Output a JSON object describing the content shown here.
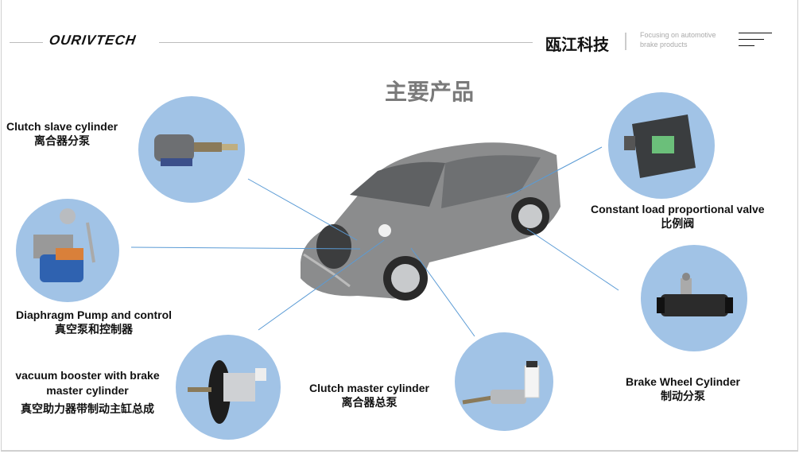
{
  "header": {
    "logo": "OURIVTECH",
    "brand_cn": "瓯江科技",
    "tagline_line1": "Focusing on automotive",
    "tagline_line2": "brake products",
    "menu_icon": "hamburger-menu-icon"
  },
  "title": "主要产品",
  "products": [
    {
      "en": "Clutch slave cylinder",
      "cn": "离合器分泵"
    },
    {
      "en": "Diaphragm Pump and control",
      "cn": "真空泵和控制器"
    },
    {
      "en": "vacuum booster with brake master cylinder",
      "cn": "真空助力器带制动主缸总成"
    },
    {
      "en": "Clutch master cylinder",
      "cn": "离合器总泵"
    },
    {
      "en": "Constant load proportional valve",
      "cn": "比例阀"
    },
    {
      "en": "Brake Wheel Cylinder",
      "cn": "制动分泵"
    }
  ],
  "colors": {
    "circle": "#a1c3e6",
    "line": "#5b9bd5",
    "title": "#7a7a7a"
  }
}
